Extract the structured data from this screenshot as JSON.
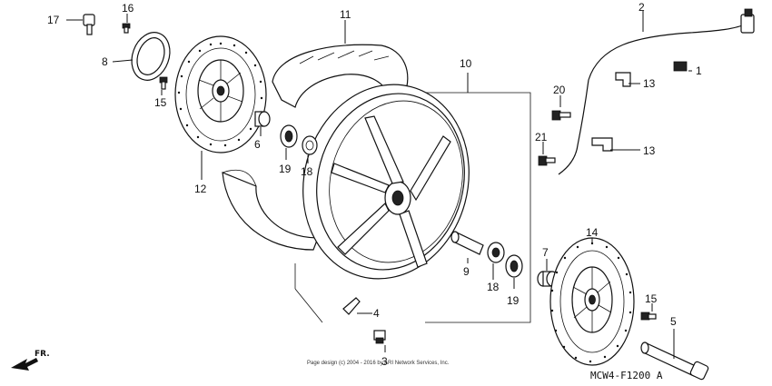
{
  "callouts": {
    "c1": "1",
    "c2": "2",
    "c3": "3",
    "c4": "4",
    "c5": "5",
    "c6": "6",
    "c7": "7",
    "c8": "8",
    "c9": "9",
    "c10": "10",
    "c11": "11",
    "c12": "12",
    "c13a": "13",
    "c13b": "13",
    "c14": "14",
    "c15a": "15",
    "c15b": "15",
    "c16": "16",
    "c17": "17",
    "c18a": "18",
    "c18b": "18",
    "c19a": "19",
    "c19b": "19",
    "c20": "20",
    "c21": "21"
  },
  "diagram_code": "MCW4-F1200 A",
  "direction_label": "FR.",
  "copyright": "Page design (c) 2004 - 2016 by ARI Network Services, Inc."
}
